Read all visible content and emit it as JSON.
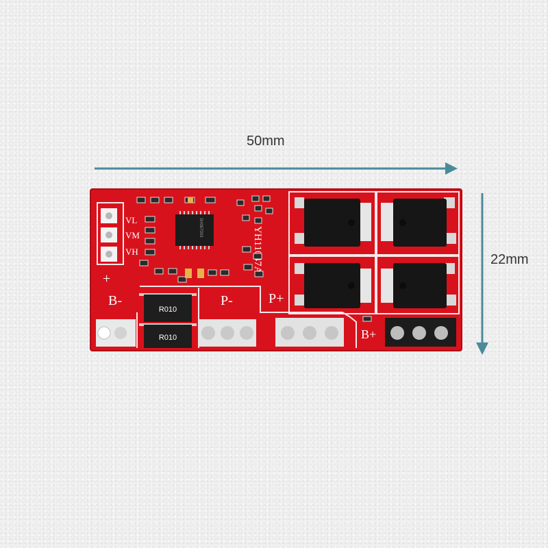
{
  "dimensions": {
    "width_label": "50mm",
    "height_label": "22mm",
    "arrow_color": "#4a8a9a"
  },
  "board": {
    "color": "#d8121c",
    "model_label": "YH11047A",
    "silkscreen": {
      "b_minus": "B-",
      "p_minus": "P-",
      "p_plus": "P+",
      "b_plus": "B+",
      "plus_mark": "+",
      "vl": "VL",
      "vm": "VM",
      "vh": "VH"
    },
    "resistors": [
      "R010",
      "R010"
    ],
    "ic_label": "SH367003"
  }
}
